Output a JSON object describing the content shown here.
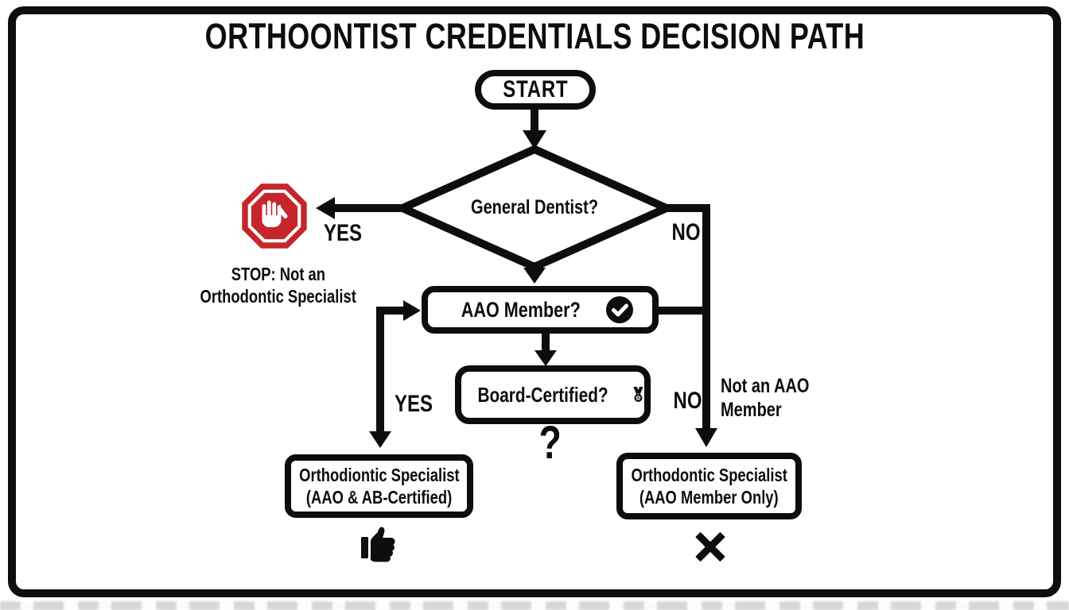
{
  "colors": {
    "ink": "#0d0d0d",
    "stop_red": "#c5262c",
    "paper": "#ffffff"
  },
  "title": "ORTHOONTIST CREDENTIALS DECISION PATH",
  "nodes": {
    "start": {
      "label": "START"
    },
    "general_dentist": {
      "label": "General Dentist?"
    },
    "aao_member": {
      "label": "AAO Member?",
      "icon": "check-circle-icon"
    },
    "board_certified": {
      "label": "Board-Certified?",
      "icon": "medal-icon"
    },
    "outcome_certified": {
      "line1": "Orthodiontic Specialist",
      "line2": "(AAO & AB-Certified)"
    },
    "outcome_member_only": {
      "line1": "Orthodontic Specialist",
      "line2": "(AAO Member Only)"
    }
  },
  "edge_labels": {
    "dentist_yes": "YES",
    "dentist_no": "NO",
    "member_yes": "YES",
    "member_no": "NO",
    "not_member_line1": "Not an AAO",
    "not_member_line2": "Member"
  },
  "annotations": {
    "stop_line1": "STOP: Not an",
    "stop_line2": "Orthodontic Specialist",
    "uncertain_mark": "?"
  }
}
